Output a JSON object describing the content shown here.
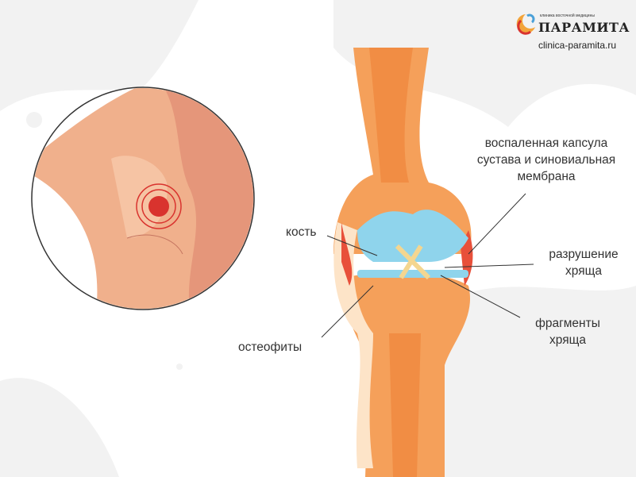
{
  "logo": {
    "tagline": "клиника восточной медицины",
    "name": "ПАРАМИТА",
    "url": "clinica-paramita.ru"
  },
  "labels": {
    "capsule": "воспаленная капсула сустава и синовиальная мембрана",
    "bone": "кость",
    "cartilage_destruction": "разрушение хряща",
    "osteophytes": "остеофиты",
    "cartilage_fragments": "фрагменты хряща"
  },
  "colors": {
    "bone": "#f5a05a",
    "bone_dark": "#ee7a2e",
    "cartilage": "#8fd4ec",
    "inflamed": "#e8503a",
    "skin": "#f0b08c",
    "pain": "#d9332e"
  }
}
